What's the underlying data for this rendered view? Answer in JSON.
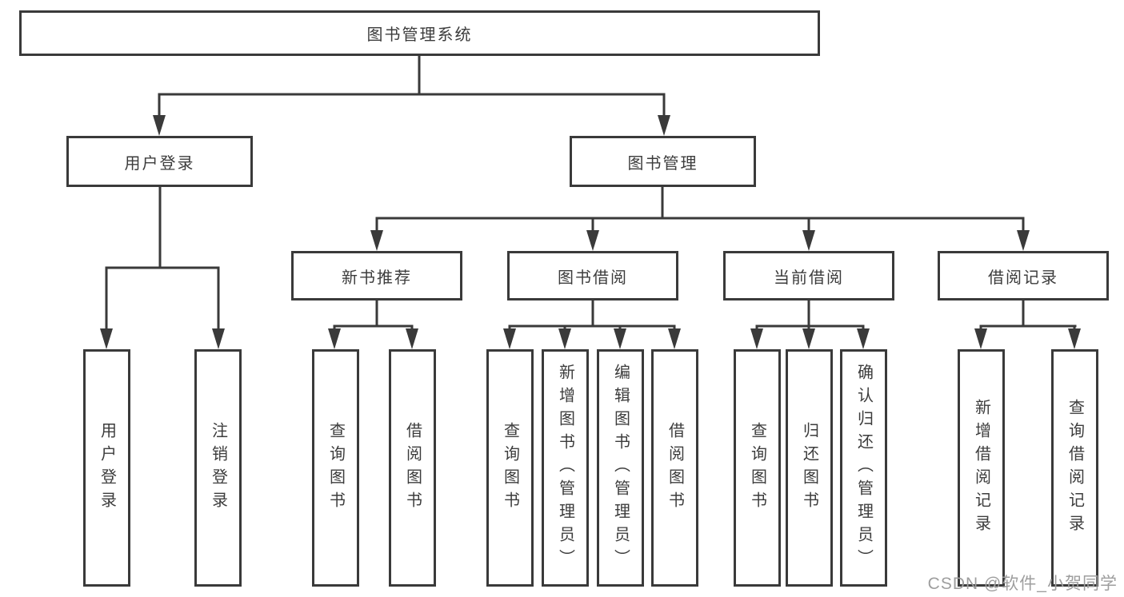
{
  "diagram": {
    "root": {
      "label": "图书管理系统",
      "children": [
        {
          "label": "用户登录",
          "children": [
            {
              "label": "用户登录"
            },
            {
              "label": "注销登录"
            }
          ]
        },
        {
          "label": "图书管理",
          "children": [
            {
              "label": "新书推荐",
              "children": [
                {
                  "label": "查询图书"
                },
                {
                  "label": "借阅图书"
                }
              ]
            },
            {
              "label": "图书借阅",
              "children": [
                {
                  "label": "查询图书"
                },
                {
                  "label": "新增图书（管理员）"
                },
                {
                  "label": "编辑图书（管理员）"
                },
                {
                  "label": "借阅图书"
                }
              ]
            },
            {
              "label": "当前借阅",
              "children": [
                {
                  "label": "查询图书"
                },
                {
                  "label": "归还图书"
                },
                {
                  "label": "确认归还（管理员）"
                }
              ]
            },
            {
              "label": "借阅记录",
              "children": [
                {
                  "label": "新增借阅记录"
                },
                {
                  "label": "查询借阅记录"
                }
              ]
            }
          ]
        }
      ]
    }
  },
  "watermark": {
    "text": "CSDN @软件_小贺同学"
  },
  "colors": {
    "background": "#ffffff",
    "box_border": "#3a3a3a",
    "line": "#3a3a3a",
    "text": "#3c3c3c",
    "watermark": "#9e9e9e"
  }
}
